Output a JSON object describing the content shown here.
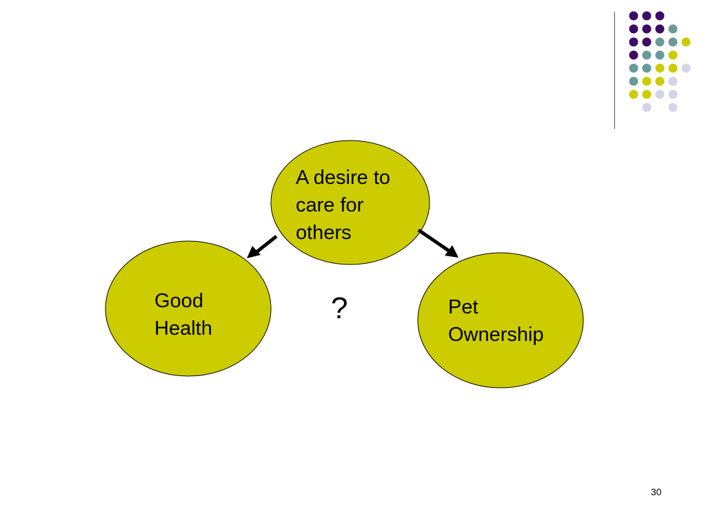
{
  "diagram": {
    "nodes": [
      {
        "id": "top",
        "label": "A desire to\ncare for\nothers"
      },
      {
        "id": "left",
        "label": "Good\nHealth"
      },
      {
        "id": "right",
        "label": "Pet\nOwnership"
      }
    ],
    "edges": [
      {
        "from": "top",
        "to": "left"
      },
      {
        "from": "top",
        "to": "right"
      }
    ],
    "center_mark": "?"
  },
  "colors": {
    "node_fill": "#cccc00",
    "node_stroke": "#000000",
    "arrow": "#000000",
    "dark_purple": "#3b0b66",
    "teal": "#6a9a9a",
    "olive": "#cccc00",
    "lavender": "#d4d4e8"
  },
  "footer": {
    "slide_number": "30"
  }
}
